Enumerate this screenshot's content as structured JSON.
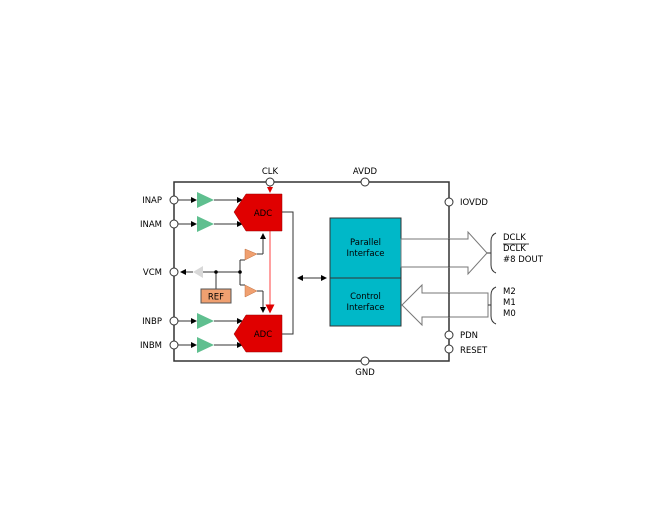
{
  "pins": {
    "inap": "INAP",
    "inam": "INAM",
    "vcm": "VCM",
    "inbp": "INBP",
    "inbm": "INBM",
    "clk": "CLK",
    "avdd": "AVDD",
    "gnd": "GND",
    "iovdd": "IOVDD",
    "pdn": "PDN",
    "reset": "RESET"
  },
  "blocks": {
    "adc_a": "ADC",
    "adc_b": "ADC",
    "ref": "REF",
    "parallel_line1": "Parallel",
    "parallel_line2": "Interface",
    "control_line1": "Control",
    "control_line2": "Interface"
  },
  "outputs": {
    "dclk": "DCLK",
    "dclk_n": "DCLK",
    "dout": "#8 DOUT"
  },
  "mode_inputs": {
    "m2": "M2",
    "m1": "M1",
    "m0": "M0"
  },
  "colors": {
    "adc": "#e00000",
    "amp": "#5fbf8f",
    "ref": "#f0a070",
    "interface": "#00b8c8",
    "clock_line": "#ff4040"
  }
}
